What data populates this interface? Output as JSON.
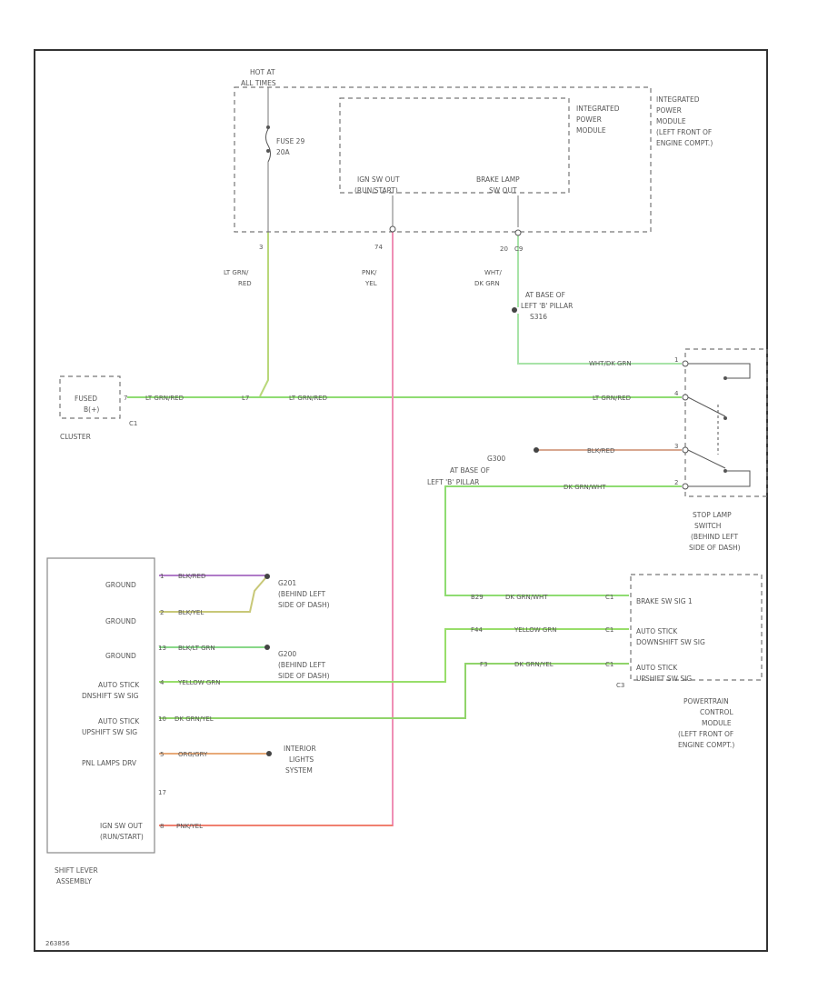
{
  "hot_at_all_times": [
    "HOT AT",
    "ALL TIMES"
  ],
  "fuse": [
    "FUSE 29",
    "20A"
  ],
  "ipm": {
    "label": [
      "INTEGRATED",
      "POWER",
      "MODULE"
    ],
    "location": [
      "INTEGRATED",
      "POWER",
      "MODULE",
      "(LEFT FRONT OF",
      "ENGINE COMPT.)"
    ],
    "ign_out": [
      "IGN SW OUT",
      "(RUN/START)"
    ],
    "brake_lamp": [
      "BRAKE LAMP",
      "SW OUT"
    ],
    "pins": [
      "3",
      "74",
      "20",
      "C9"
    ]
  },
  "wires": {
    "ltgrn_red": [
      "LT GRN/",
      "RED"
    ],
    "pnk_yel": [
      "PNK/",
      "YEL"
    ],
    "wht_dkgrn": [
      "WHT/",
      "DK GRN"
    ],
    "whtdkgrn_h": "WHT/DK GRN",
    "ltgrnred_1": "LT GRN/RED",
    "ltgrnred_2": "LT GRN/RED",
    "ltgrnred_3": "LT GRN/RED",
    "blk_red": "BLK/RED",
    "dkgrn_wht": "DK GRN/WHT",
    "dkgrn_wht2": "DK GRN/WHT",
    "yel_grn_pcm": "YELLOW GRN",
    "dkgrn_yel_pcm": "DK GRN/YEL",
    "blk_red_sl": "BLK/RED",
    "blk_yel_sl": "BLK/YEL",
    "blk_grn_sl": "BLK/LT GRN",
    "yel_grn_sl": "YELLOW GRN",
    "dkgrn_yel_sl": "DK GRN/YEL",
    "org_gry_sl": "ORG/GRY",
    "pnk_yel_sl": "PNK/YEL"
  },
  "splice_1": [
    "AT BASE OF",
    "LEFT 'B' PILLAR",
    "S316"
  ],
  "splice_2": [
    "G300",
    "AT BASE OF",
    "LEFT 'B' PILLAR"
  ],
  "cluster": {
    "box": [
      "FUSED",
      "B(+)"
    ],
    "name": "CLUSTER",
    "connector": "C1",
    "pin": "7"
  },
  "stop_lamp": [
    "STOP LAMP",
    "SWITCH",
    "(BEHIND LEFT",
    "SIDE OF DASH)"
  ],
  "stop_pins": [
    "1",
    "4",
    "3",
    "2"
  ],
  "pcm": {
    "items": [
      "BRAKE SW SIG 1",
      "AUTO STICK",
      "DOWNSHIFT SW SIG",
      "AUTO STICK",
      "UPSHIFT SW SIG"
    ],
    "pin_labels": [
      "B29",
      "F44",
      "F3"
    ],
    "pins": [
      "C1",
      "C1",
      "C1"
    ],
    "connector": "C3",
    "location": [
      "POWERTRAIN",
      "CONTROL",
      "MODULE",
      "(LEFT FRONT OF",
      "ENGINE COMPT.)"
    ]
  },
  "shift_lever": {
    "labels": [
      "GROUND",
      "GROUND",
      "GROUND",
      "AUTO STICK",
      "DNSHIFT SW SIG",
      "AUTO STICK",
      "UPSHIFT SW SIG",
      "PNL LAMPS DRV",
      "IGN SW OUT",
      "(RUN/START)"
    ],
    "pins": [
      "1",
      "2",
      "13",
      "4",
      "10",
      "5",
      "17",
      "8"
    ],
    "name": [
      "SHIFT LEVER",
      "ASSEMBLY"
    ]
  },
  "ground_1": [
    "G201",
    "(BEHIND LEFT",
    "SIDE OF DASH)"
  ],
  "ground_2": [
    "G200",
    "(BEHIND LEFT",
    "SIDE OF DASH)"
  ],
  "interior_lights": [
    "INTERIOR",
    "LIGHTS",
    "SYSTEM"
  ],
  "diagram_id": "263856",
  "colors": {
    "frame": "#333333",
    "ltgrn_red": "#b9d87a",
    "ltgrn_red_h": "#8fdc72",
    "pnk_yel": "#ef8fb5",
    "wht_dkgrn": "#a8e3a8",
    "dkgrn_wht": "#8fdc72",
    "blk_red": "#d8a890",
    "blk_yel": "#c8c878",
    "blk_purple": "#b07ac8",
    "blk_ltgrn": "#88d888",
    "yel_grn": "#98de6a",
    "dkgrn_yel": "#90d46a",
    "org_gry": "#e8aa78",
    "pnk_yel_sl": "#f08070"
  }
}
